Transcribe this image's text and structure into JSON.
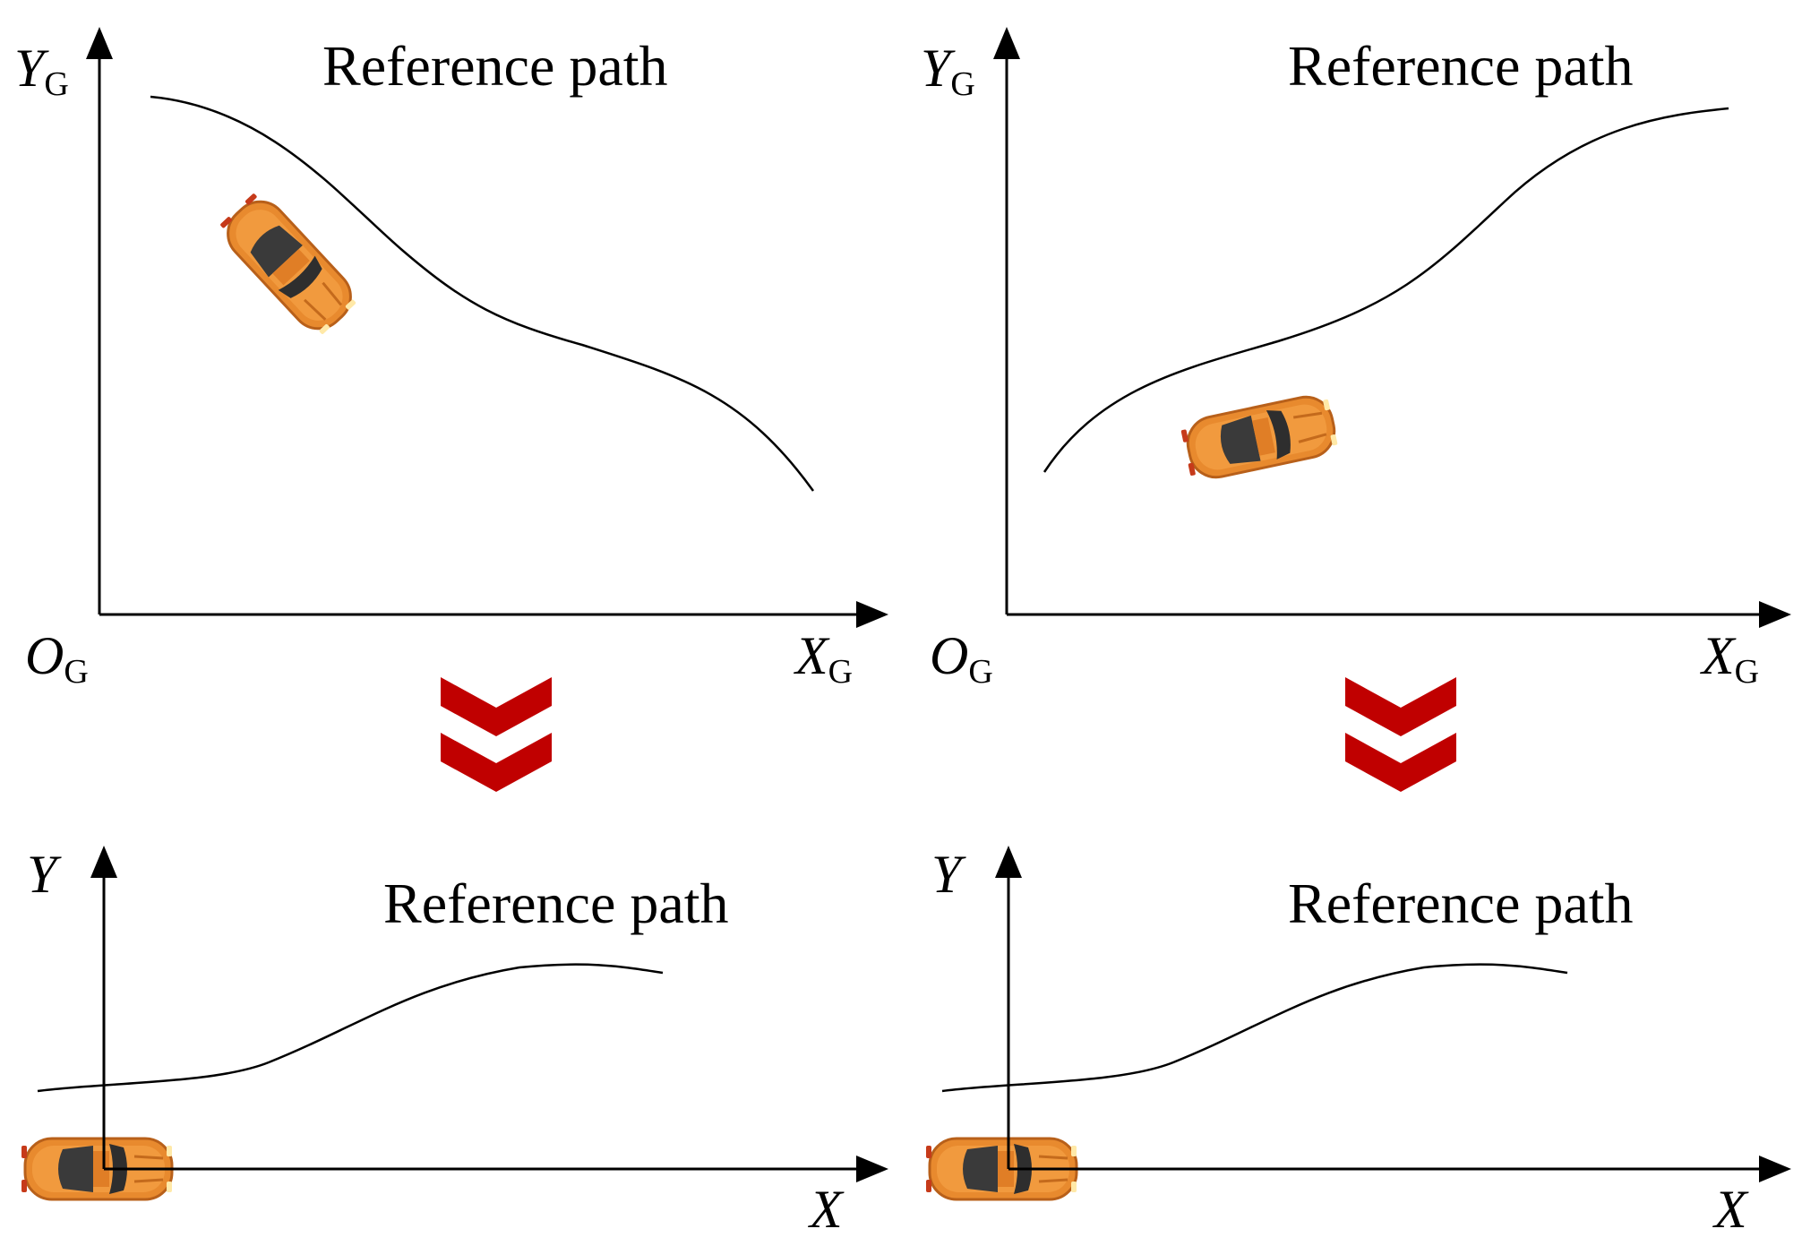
{
  "panels": {
    "top_left": {
      "title": "Reference path",
      "y_axis": {
        "main": "Y",
        "sub": "G"
      },
      "x_axis": {
        "main": "X",
        "sub": "G"
      },
      "origin": {
        "main": "O",
        "sub": "G"
      }
    },
    "top_right": {
      "title": "Reference path",
      "y_axis": {
        "main": "Y",
        "sub": "G"
      },
      "x_axis": {
        "main": "X",
        "sub": "G"
      },
      "origin": {
        "main": "O",
        "sub": "G"
      }
    },
    "bottom_left": {
      "title": "Reference path",
      "y_axis": {
        "main": "Y"
      },
      "x_axis": {
        "main": "X"
      }
    },
    "bottom_right": {
      "title": "Reference path",
      "y_axis": {
        "main": "Y"
      },
      "x_axis": {
        "main": "X"
      }
    }
  },
  "colors": {
    "car_body": "#e88a2e",
    "car_glass": "#3a3a3a",
    "arrow": "#c00000",
    "line": "#000000"
  },
  "icons": {
    "car": "car-top-view-icon",
    "transform_arrow": "double-chevron-down-icon"
  }
}
